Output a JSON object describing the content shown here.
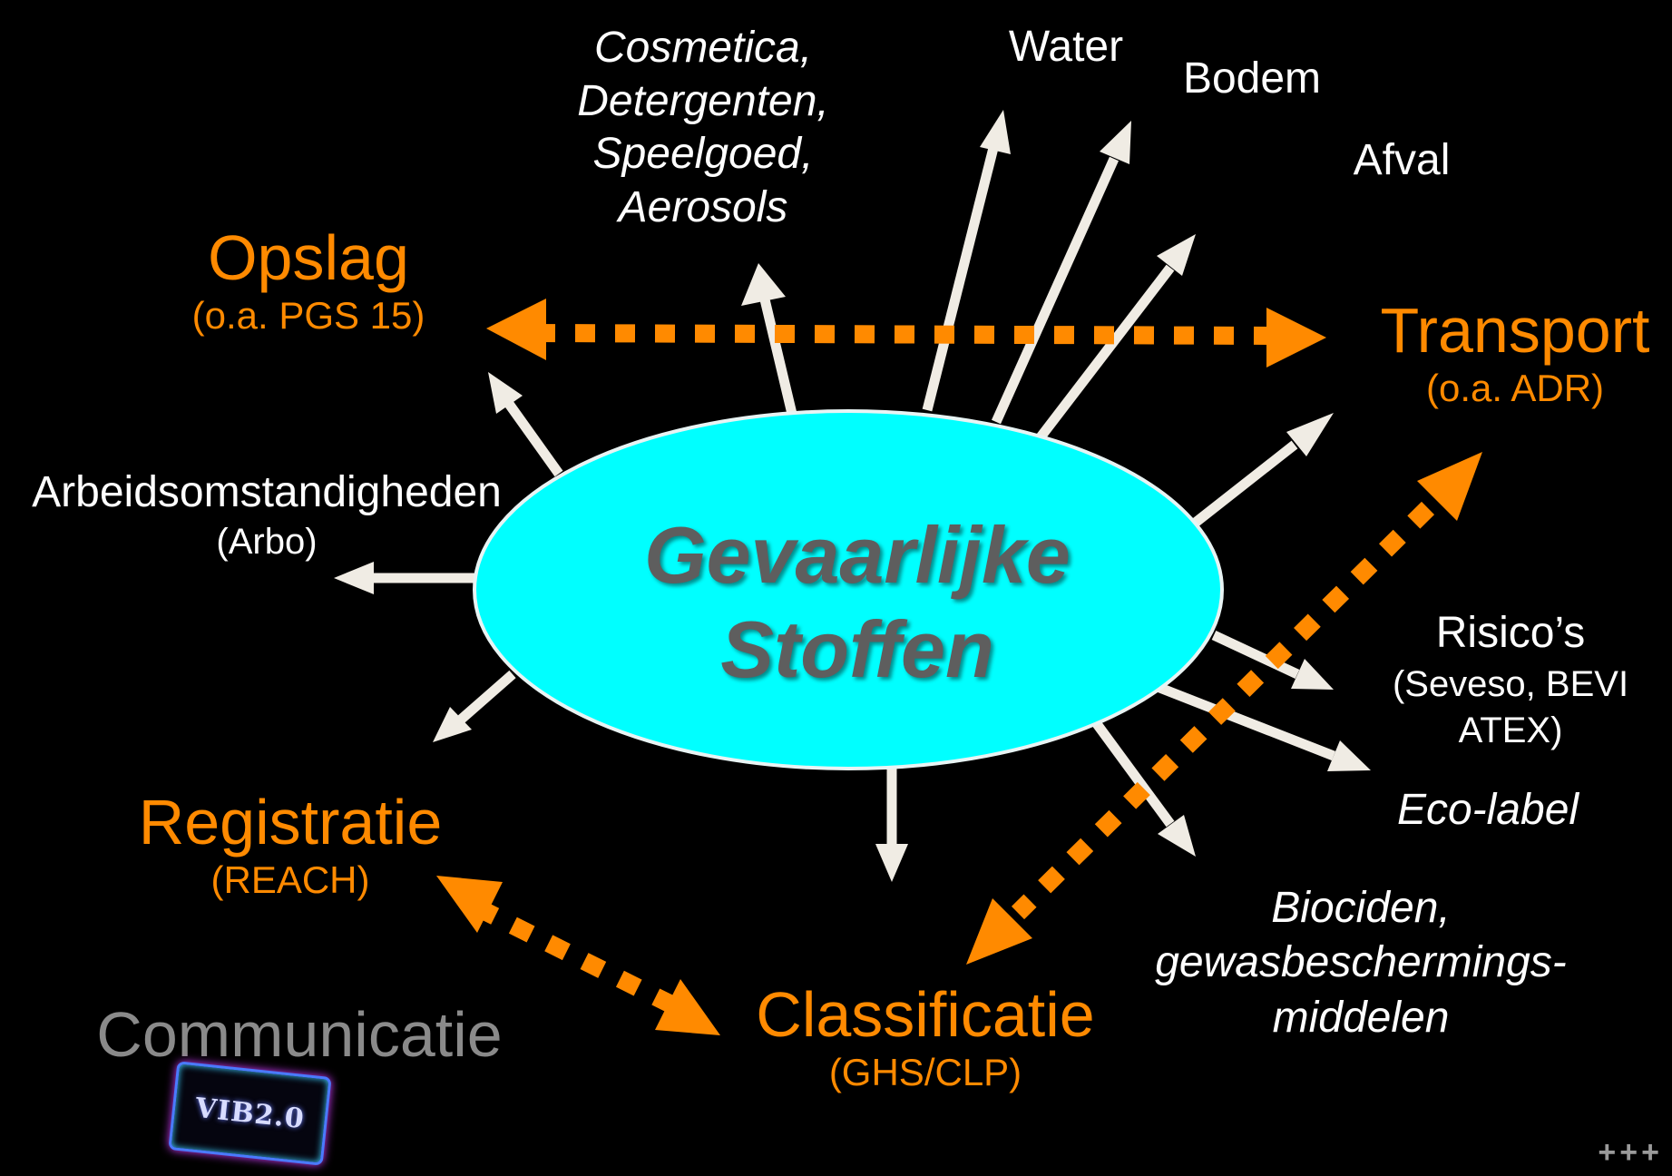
{
  "center": {
    "line1": "Gevaarlijke",
    "line2": "Stoffen",
    "fill_color": "#00ffff"
  },
  "labels": {
    "cosmetica": [
      "Cosmetica,",
      "Detergenten,",
      "Speelgoed,",
      "Aerosols"
    ],
    "water": "Water",
    "bodem": "Bodem",
    "afval": "Afval",
    "opslag": {
      "title": "Opslag",
      "sub": "(o.a. PGS 15)"
    },
    "transport": {
      "title": "Transport",
      "sub": "(o.a. ADR)"
    },
    "arbo": {
      "title": "Arbeidsomstandigheden",
      "sub": "(Arbo)"
    },
    "risicos": [
      "Risico’s",
      "(Seveso, BEVI",
      "ATEX)"
    ],
    "ecolabel": "Eco-label",
    "biociden": [
      "Biociden,",
      "gewasbeschermings-",
      "middelen"
    ],
    "registratie": {
      "title": "Registratie",
      "sub": "(REACH)"
    },
    "classificatie": {
      "title": "Classificatie",
      "sub": "(GHS/CLP)"
    },
    "communicatie": "Communicatie"
  },
  "logo_text": "VIB2.0",
  "corner_mark": "+++",
  "colors": {
    "orange": "#ff8a00",
    "white_arrow": "#f0ece4",
    "ellipse": "#00ffff",
    "gray_text": "#8a8a8a"
  }
}
